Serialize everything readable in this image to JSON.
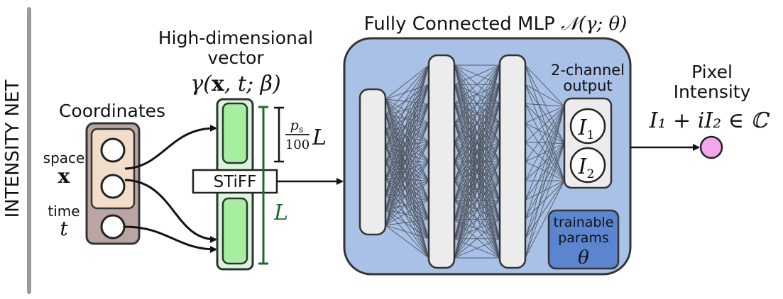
{
  "side_label": "INTENSITY NET",
  "coordinates": {
    "title": "Coordinates",
    "space_label": "space",
    "space_symbol": "x",
    "time_label": "time",
    "time_symbol": "t"
  },
  "vector": {
    "title_line1": "High-dimensional",
    "title_line2": "vector",
    "formula_prefix": "γ(",
    "formula_x": "x",
    "formula_rest": ", t; β)",
    "stiff_label": "STiFF",
    "frac_num": "p",
    "frac_num_sub": "s",
    "frac_den": "100",
    "frac_L": "L",
    "length_L": "L"
  },
  "mlp": {
    "title_text": "Fully Connected MLP ",
    "title_math": "𝒩(γ; θ)",
    "output_title_line1": "2-channel",
    "output_title_line2": "output",
    "output1_base": "I",
    "output1_sub": "1",
    "output2_base": "I",
    "output2_sub": "2",
    "trainable_line1": "trainable",
    "trainable_line2": "params",
    "trainable_symbol": "θ"
  },
  "pixel": {
    "title_line1": "Pixel",
    "title_line2": "Intensity",
    "formula": "I₁ + iI₂ ∈ ℂ"
  },
  "colors": {
    "mlp_fill": "#a9c1e6",
    "trainable_fill": "#5b86cf",
    "coord_outer": "#b9a6a3",
    "coord_inner": "#f2ddc8",
    "vector_outer": "#d6f7dc",
    "vector_inner": "#a6eea0",
    "length_bar": "#1e6a2c",
    "pixel_dot": "#f3a6ea",
    "side_bar": "#9a9a9a"
  }
}
